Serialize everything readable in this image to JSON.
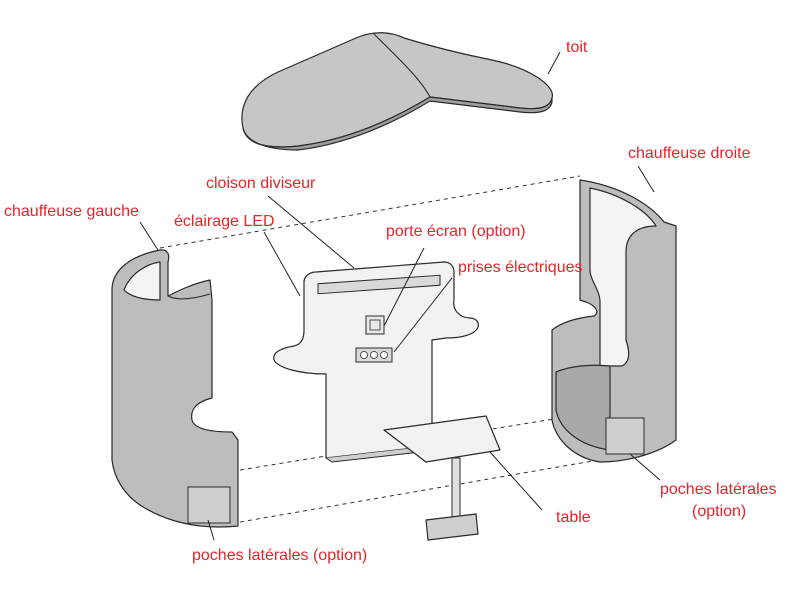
{
  "labels": {
    "toit": "toit",
    "chauffeuse_droite": "chauffeuse droite",
    "chauffeuse_gauche": "chauffeuse gauche",
    "cloison_diviseur": "cloison diviseur",
    "eclairage_led": "éclairage LED",
    "porte_ecran": "porte écran (option)",
    "prises_electriques": "prises électriques",
    "poches_laterales_droite_1": "poches latérales",
    "poches_laterales_droite_2": "(option)",
    "table": "table",
    "poches_laterales_gauche": "poches latérales (option)"
  },
  "colors": {
    "label": "#e8232a",
    "shell": "#bdbdbd",
    "shell_dark": "#a9a9a9",
    "inner": "#f4f4f4",
    "panel": "#f2f2f2",
    "roof": "#c6c6c6"
  }
}
